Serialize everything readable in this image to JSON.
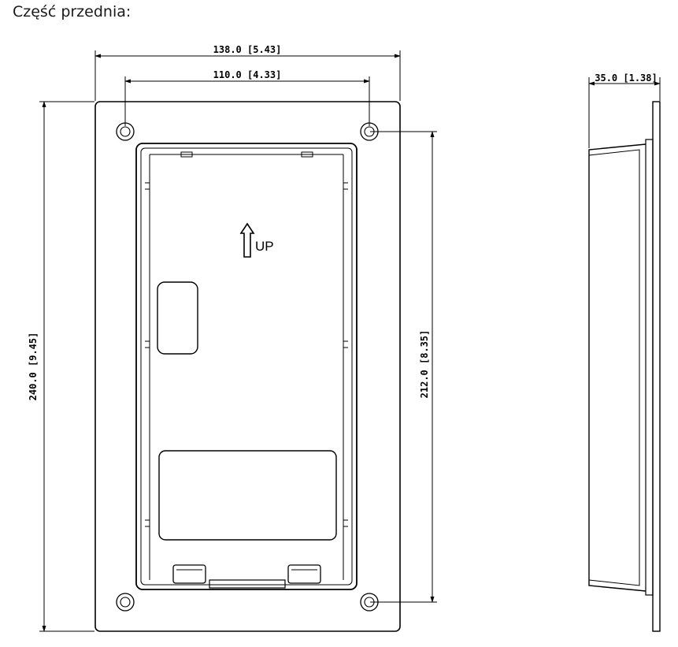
{
  "caption": "Część przednia:",
  "dimensions": {
    "outer_width": "138.0  [5.43]",
    "hole_spacing_width": "110.0  [4.33]",
    "outer_height": "240.0 [9.45]",
    "hole_spacing_height": "212.0 [8.35]",
    "depth": "35.0 [1.38]"
  },
  "markings": {
    "up_label": "UP"
  }
}
